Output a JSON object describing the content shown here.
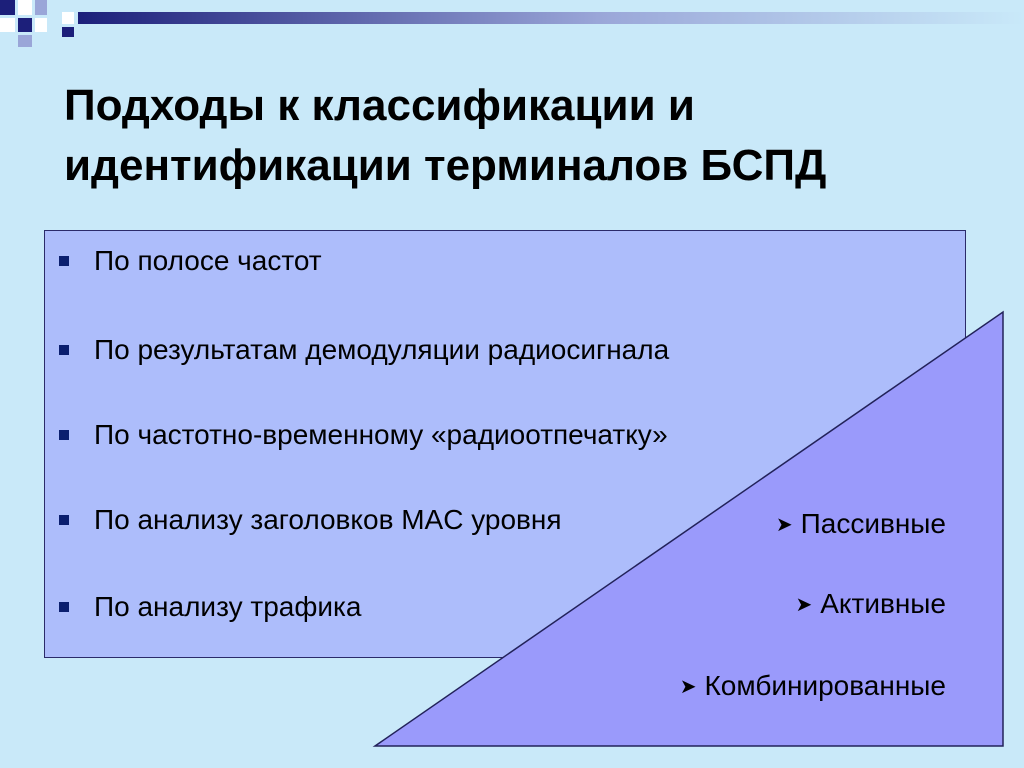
{
  "slide": {
    "title_line1": "Подходы к классификации и",
    "title_line2": "идентификации терминалов БСПД"
  },
  "bullets": [
    "По полосе частот",
    "По результатам демодуляции радиосигнала",
    "По частотно-временному «радиоотпечатку»",
    "По анализу заголовков MAC уровня",
    "По анализу трафика"
  ],
  "sub_items": [
    "Пассивные",
    "Активные",
    "Комбинированные"
  ],
  "colors": {
    "background": "#c9e9f9",
    "panel": "#adbdfb",
    "triangle": "#9a9afb",
    "bullet": "#0b1f6f",
    "deco_navy": "#1c1f7a"
  }
}
